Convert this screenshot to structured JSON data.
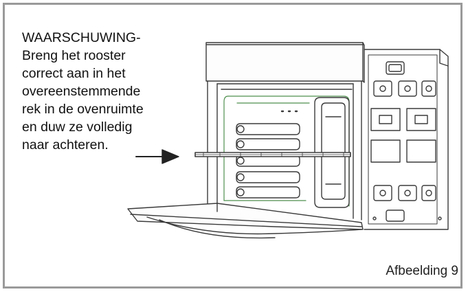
{
  "warning": {
    "lines": [
      "WAARSCHUWING-",
      "Breng het rooster",
      "correct aan in het",
      "overeenstemmende",
      "rek in de ovenruimte",
      "en duw ze volledig",
      "naar achteren."
    ]
  },
  "caption": "Afbeelding 9",
  "colors": {
    "frame": "#9a9a9a",
    "line_art": "#3a3a3a",
    "liner_green": "#4e8f4e"
  },
  "icons": [
    "arrow-right-icon"
  ]
}
